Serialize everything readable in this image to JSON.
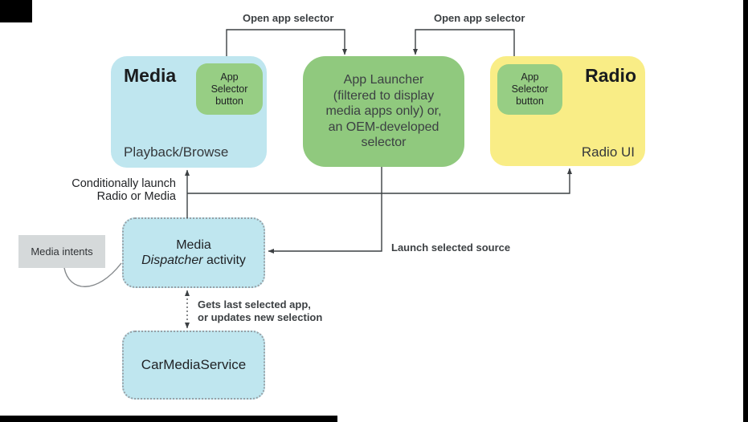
{
  "colors": {
    "cyan": "#bfe6ef",
    "green": "#90c97e",
    "green-button": "#97ce84",
    "yellow": "#f9ed86",
    "gray-box": "#d5d9da",
    "line": "#3c4043",
    "dash-border": "#97a0a6",
    "text-dark": "#1f2124",
    "text-gray": "#3c4043",
    "black-bar": "#000000"
  },
  "labels": {
    "open_app_selector_left": "Open app selector",
    "open_app_selector_right": "Open app selector",
    "conditionally_launch": {
      "line1": "Conditionally launch",
      "line2": "Radio or Media"
    },
    "launch_selected_source": "Launch selected source",
    "gets_last_selected": {
      "line1": "Gets last selected app,",
      "line2": "or updates new selection"
    }
  },
  "nodes": {
    "media": {
      "title": "Media",
      "subtitle": "Playback/Browse",
      "selector_button": {
        "line1": "App",
        "line2": "Selector",
        "line3": "button"
      }
    },
    "app_launcher": {
      "lines": [
        "App Launcher",
        "(filtered to display",
        "media apps only) or,",
        "an OEM-developed",
        "selector"
      ]
    },
    "radio": {
      "title": "Radio",
      "subtitle": "Radio UI",
      "selector_button": {
        "line1": "App",
        "line2": "Selector",
        "line3": "button"
      }
    },
    "media_intents": {
      "label": "Media intents"
    },
    "media_dispatcher": {
      "line1": "Media",
      "line2_italic": "Dispatcher",
      "line2_rest": "activity"
    },
    "car_media_service": {
      "label": "CarMediaService"
    }
  }
}
